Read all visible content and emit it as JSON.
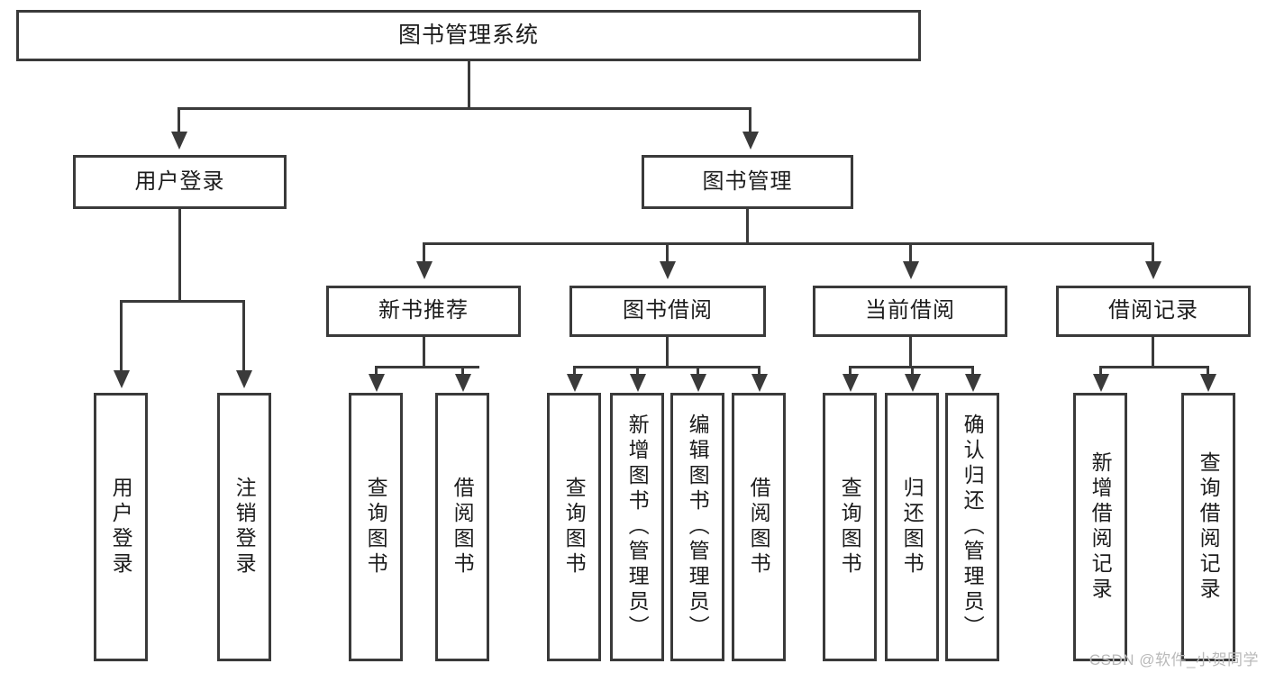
{
  "diagram": {
    "type": "tree-hierarchy-chart",
    "title_node": {
      "label": "图书管理系统"
    },
    "level1": [
      {
        "id": "user-login",
        "label": "用户登录"
      },
      {
        "id": "book-management",
        "label": "图书管理"
      }
    ],
    "level2": [
      {
        "id": "new-book-recommend",
        "label": "新书推荐",
        "parent": "book-management"
      },
      {
        "id": "book-borrow",
        "label": "图书借阅",
        "parent": "book-management"
      },
      {
        "id": "current-borrow",
        "label": "当前借阅",
        "parent": "book-management"
      },
      {
        "id": "borrow-record",
        "label": "借阅记录",
        "parent": "book-management"
      }
    ],
    "leaves": [
      {
        "id": "leaf-user-login",
        "label": "用户登录",
        "parent": "user-login"
      },
      {
        "id": "leaf-logout",
        "label": "注销登录",
        "parent": "user-login"
      },
      {
        "id": "leaf-query-book-1",
        "label": "查询图书",
        "parent": "new-book-recommend"
      },
      {
        "id": "leaf-borrow-book-1",
        "label": "借阅图书",
        "parent": "new-book-recommend"
      },
      {
        "id": "leaf-query-book-2",
        "label": "查询图书",
        "parent": "book-borrow"
      },
      {
        "id": "leaf-add-book",
        "label": "新增图书（管理员）",
        "parent": "book-borrow"
      },
      {
        "id": "leaf-edit-book",
        "label": "编辑图书（管理员）",
        "parent": "book-borrow"
      },
      {
        "id": "leaf-borrow-book-2",
        "label": "借阅图书",
        "parent": "book-borrow"
      },
      {
        "id": "leaf-query-book-3",
        "label": "查询图书",
        "parent": "current-borrow"
      },
      {
        "id": "leaf-return-book",
        "label": "归还图书",
        "parent": "current-borrow"
      },
      {
        "id": "leaf-confirm-return",
        "label": "确认归还（管理员）",
        "parent": "current-borrow"
      },
      {
        "id": "leaf-add-record",
        "label": "新增借阅记录",
        "parent": "borrow-record"
      },
      {
        "id": "leaf-query-record",
        "label": "查询借阅记录",
        "parent": "borrow-record"
      }
    ],
    "colors": {
      "stroke": "#3a3a3a",
      "fill": "#ffffff",
      "text": "#1c1c1c",
      "watermark": "#b9b9b9"
    }
  },
  "watermark": {
    "text": "CSDN @软件_小贺同学"
  }
}
